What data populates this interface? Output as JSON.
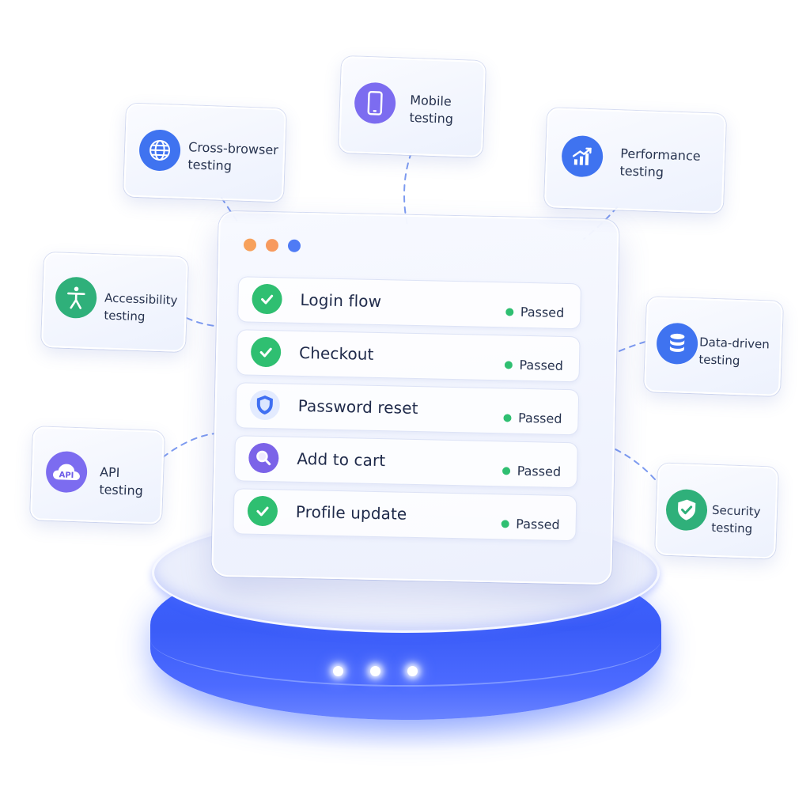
{
  "colors": {
    "accent": "#3f63ff",
    "success": "#2fbf71",
    "text": "#1f2a4a",
    "traffic_orange": "#f7a15c",
    "traffic_red": "#f58a6a",
    "traffic_blue": "#4f7bf5"
  },
  "window": {
    "controls": [
      "orange-dot",
      "orange-dot",
      "blue-dot"
    ],
    "tests": [
      {
        "label": "Login flow",
        "status": "Passed",
        "icon": "check-circle-icon"
      },
      {
        "label": "Checkout",
        "status": "Passed",
        "icon": "check-circle-icon"
      },
      {
        "label": "Password reset",
        "status": "Passed",
        "icon": "shield-icon"
      },
      {
        "label": "Add to cart",
        "status": "Passed",
        "icon": "magnifier-icon"
      },
      {
        "label": "Profile update",
        "status": "Passed",
        "icon": "check-circle-icon"
      }
    ]
  },
  "features": {
    "cross_browser": {
      "line1": "Cross-browser",
      "line2": "testing",
      "icon": "globe-icon"
    },
    "mobile": {
      "line1": "Mobile",
      "line2": "testing",
      "icon": "smartphone-icon"
    },
    "performance": {
      "line1": "Performance",
      "line2": "testing",
      "icon": "bar-chart-icon"
    },
    "accessibility": {
      "line1": "Accessibility",
      "line2": "testing",
      "icon": "accessibility-icon"
    },
    "data_driven": {
      "line1": "Data-driven",
      "line2": "testing",
      "icon": "database-icon"
    },
    "api": {
      "line1": "API",
      "line2": "testing",
      "icon": "api-cloud-icon",
      "badge": "API"
    },
    "security": {
      "line1": "Security",
      "line2": "testing",
      "icon": "shield-check-icon"
    }
  }
}
